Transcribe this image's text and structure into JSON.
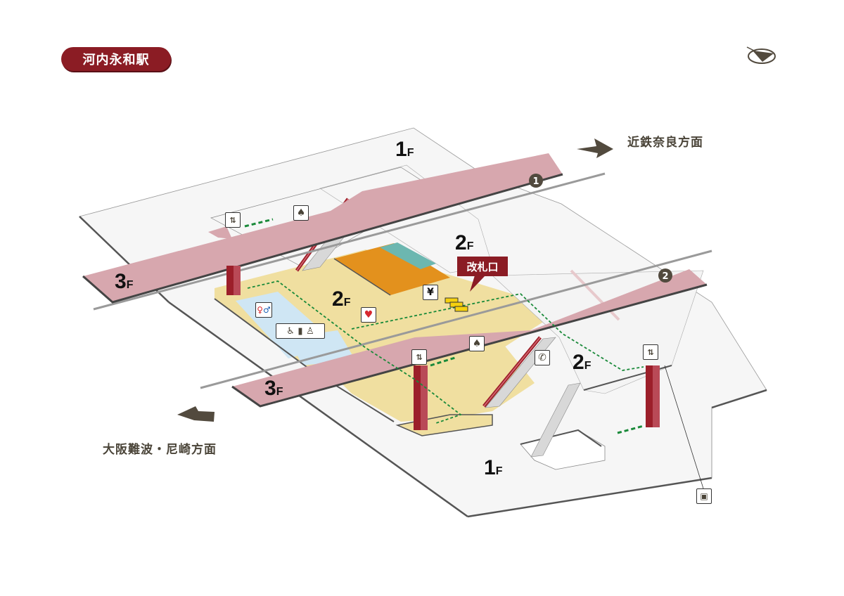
{
  "station": {
    "name": "河内永和駅"
  },
  "compass": {
    "icon": "compass-north-icon"
  },
  "directions": {
    "east": {
      "label": "近鉄奈良方面",
      "icon": "arrow-east-icon"
    },
    "west": {
      "label": "大阪難波・尼崎方面",
      "icon": "arrow-west-icon"
    }
  },
  "floors": {
    "f1_top": {
      "num": "1",
      "suffix": "F"
    },
    "f1_bottom": {
      "num": "1",
      "suffix": "F"
    },
    "f2_center": {
      "num": "2",
      "suffix": "F"
    },
    "f2_upper": {
      "num": "2",
      "suffix": "F"
    },
    "f2_right": {
      "num": "2",
      "suffix": "F"
    },
    "f3_upper": {
      "num": "3",
      "suffix": "F"
    },
    "f3_lower": {
      "num": "3",
      "suffix": "F"
    }
  },
  "platforms": [
    {
      "number": "1"
    },
    {
      "number": "2"
    }
  ],
  "ticket_gate": {
    "label": "改札口"
  },
  "facilities": {
    "ticket_machine": {
      "glyph": "¥",
      "name": "ticket-machine"
    },
    "restroom": {
      "name": "restroom"
    },
    "accessible_toilet": {
      "name": "multipurpose-toilet"
    },
    "aed": {
      "name": "aed"
    },
    "telephone": {
      "glyph": "✆",
      "name": "public-phone"
    },
    "elevator_count": 3,
    "waiting_area_count": 2,
    "coin_locker": {
      "name": "coin-locker"
    }
  },
  "colors": {
    "platform": "#d7a7ae",
    "concourse": "#f0dfa0",
    "toilet_area": "#cfe6f4",
    "shop": "#e3911d",
    "shop_accent": "#6cb7b0",
    "accent": "#8b1c24",
    "route": "#1a8a3a",
    "icon_dark": "#524a3e"
  }
}
